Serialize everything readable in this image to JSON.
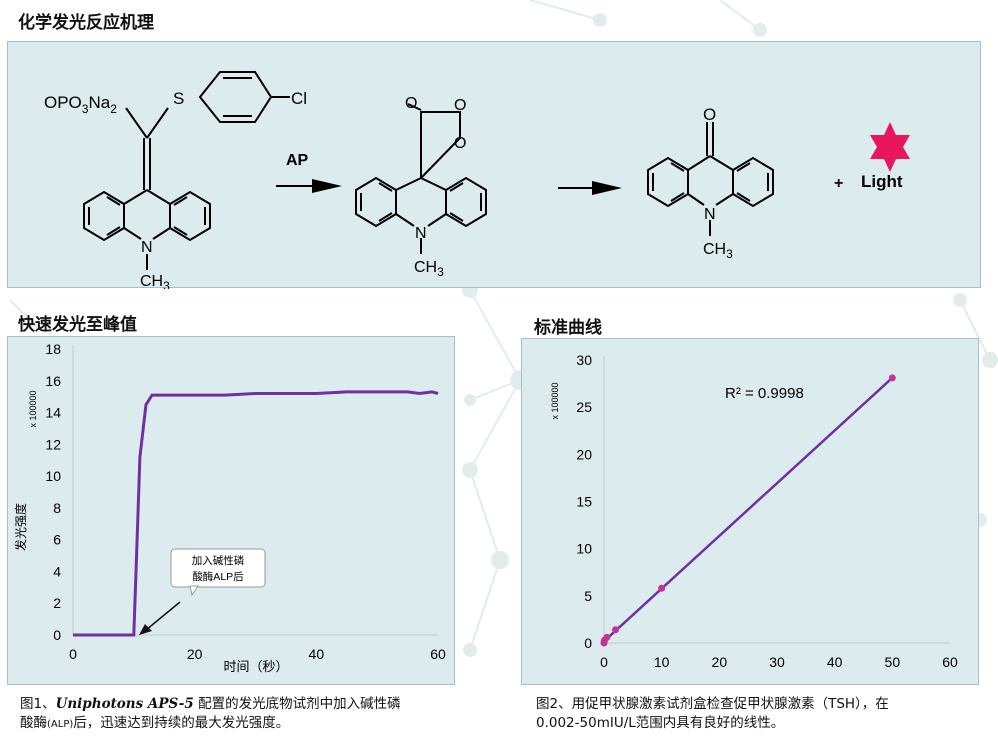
{
  "mechanism": {
    "title": "化学发光反应机理",
    "substrate": {
      "group_opo": "OPO",
      "sub_3": "3",
      "group_na": "Na",
      "sub_2": "2",
      "sulfur": "S",
      "chlorine": "Cl",
      "nitrogen": "N",
      "methyl": "CH",
      "sub_methyl": "3"
    },
    "arrow1_label": "AP",
    "dioxetane": {
      "o1": "O",
      "o2": "O",
      "o3": "O",
      "nitrogen": "N",
      "methyl": "CH",
      "sub_methyl": "3"
    },
    "acridone": {
      "oxygen": "O",
      "nitrogen": "N",
      "methyl": "CH",
      "sub_methyl": "3"
    },
    "plus": "+",
    "light_label": "Light",
    "star_color": "#e8175d"
  },
  "kinetics": {
    "title": "快速发光至峰值",
    "ylabel": "发光强度",
    "scale_note": "x 100000",
    "xlabel": "时间（秒）",
    "annotation_line1": "加入碱性磷",
    "annotation_line2": "酸酶ALP后",
    "caption": {
      "prefix": "图1、",
      "brand": "Uniphotons APS-5",
      "mid": " 配置的发光底物试剂中加入碱性磷",
      "line2_a": "酸酶",
      "alp_small": "(ALP)",
      "line2_b": "后，迅速达到持续的最大发光强度。"
    },
    "chart_data": {
      "type": "line",
      "x": [
        0,
        10,
        10.4,
        11,
        12,
        13,
        15,
        20,
        25,
        30,
        35,
        40,
        45,
        50,
        55,
        57,
        59,
        60
      ],
      "series": [
        {
          "values": [
            0,
            0,
            4.5,
            11.2,
            14.5,
            15.1,
            15.1,
            15.1,
            15.1,
            15.2,
            15.2,
            15.2,
            15.3,
            15.3,
            15.3,
            15.2,
            15.3,
            15.2
          ]
        }
      ],
      "xticks": [
        0,
        20,
        40,
        60
      ],
      "yticks": [
        0,
        2,
        4,
        6,
        8,
        10,
        12,
        14,
        16,
        18
      ],
      "xlim": [
        0,
        60
      ],
      "ylim": [
        0,
        18
      ],
      "xlabel": "时间（秒）",
      "ylabel": "发光强度",
      "annotation": "加入碱性磷酸酶ALP后",
      "line_color": "#7030a0",
      "grid": false
    }
  },
  "standard": {
    "title": "标准曲线",
    "scale_note": "x 100000",
    "r2": "R² = 0.9998",
    "caption": {
      "line1": "图2、用促甲状腺激素试剂盒检查促甲状腺激素（TSH），在",
      "line2": "0.002-50mIU/L范围内具有良好的线性。"
    },
    "chart_data": {
      "type": "scatter",
      "x": [
        0.002,
        0.01,
        0.1,
        0.5,
        2,
        10,
        50
      ],
      "series": [
        {
          "values": [
            0.0,
            0.05,
            0.3,
            0.6,
            1.4,
            5.8,
            28.1
          ]
        }
      ],
      "trendline": {
        "type": "linear",
        "r_squared": "0.9998"
      },
      "xticks": [
        0,
        10,
        20,
        30,
        40,
        50,
        60
      ],
      "yticks": [
        0,
        5,
        10,
        15,
        20,
        25,
        30
      ],
      "xlim": [
        0,
        60
      ],
      "ylim": [
        0,
        30
      ],
      "marker_color": "#c0349a",
      "line_color": "#7030a0",
      "grid": false
    }
  }
}
